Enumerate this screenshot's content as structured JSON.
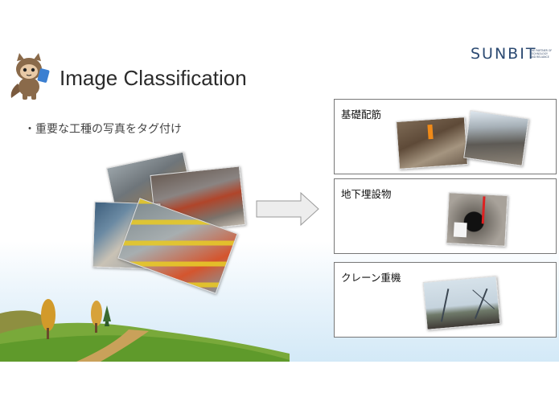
{
  "title": "Image Classification",
  "bullet": "・重要な工種の写真をタグ付け",
  "brand": {
    "name": "SUNBIT",
    "tagline": [
      "THE PARTNER OF",
      "TECHNOLOGY",
      "AND RELIANCE"
    ]
  },
  "categories": [
    {
      "label": "基礎配筋"
    },
    {
      "label": "地下埋設物"
    },
    {
      "label": "クレーン重機"
    }
  ],
  "colors": {
    "brand": "#2c4a72",
    "box_border": "#777777"
  }
}
